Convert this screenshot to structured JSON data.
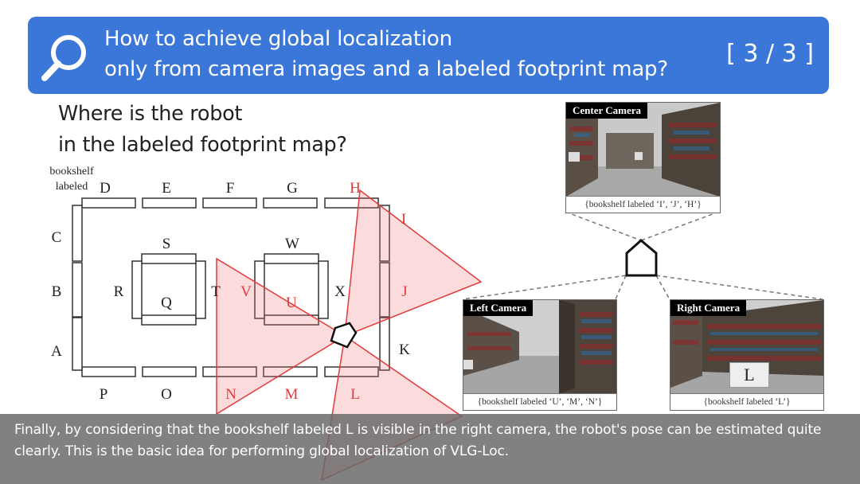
{
  "banner": {
    "title_line1": "How to achieve global localization",
    "title_line2": "only from camera images and a labeled footprint map?",
    "page_indicator": "[ 3 / 3 ]",
    "icon": "search-icon"
  },
  "question": {
    "line1": "Where is the robot",
    "line2": "in the labeled footprint map?"
  },
  "map": {
    "legend_line1": "bookshelf",
    "legend_line2": "labeled",
    "labels": {
      "A": "A",
      "B": "B",
      "C": "C",
      "D": "D",
      "E": "E",
      "F": "F",
      "G": "G",
      "H": "H",
      "I": "I",
      "J": "J",
      "K": "K",
      "L": "L",
      "M": "M",
      "N": "N",
      "O": "O",
      "P": "P",
      "Q": "Q",
      "R": "R",
      "S": "S",
      "T": "T",
      "U": "U",
      "V": "V",
      "W": "W",
      "X": "X"
    },
    "highlight_color": "#e23b3b"
  },
  "cameras": {
    "center": {
      "title": "Center Camera",
      "caption": "{bookshelf labeled ‘I’, ‘J’, ‘H’}"
    },
    "left": {
      "title": "Left Camera",
      "caption": "{bookshelf labeled ‘U’, ‘M’, ‘N’}"
    },
    "right": {
      "title": "Right Camera",
      "caption": "{bookshelf labeled ‘L’}",
      "sign": "L"
    }
  },
  "caption": "Finally, by considering that the bookshelf labeled L is visible in the right camera, the robot's pose can be estimated quite clearly. This is the basic idea for performing global localization of VLG-Loc."
}
